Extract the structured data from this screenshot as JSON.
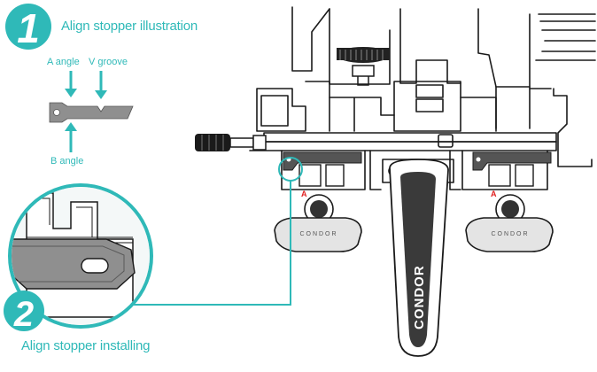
{
  "colors": {
    "accent": "#2fb9b8",
    "ink": "#1a1a1a",
    "part_gray": "#8f8f8f",
    "zoom_bg": "#e8f4f3",
    "red_mark": "#e02020"
  },
  "step1": {
    "number": "1",
    "title": "Align stopper illustration",
    "labels": {
      "a_angle": "A angle",
      "v_groove": "V groove",
      "b_angle": "B angle"
    }
  },
  "step2": {
    "number": "2",
    "title": "Align stopper installing"
  },
  "machine": {
    "brand": "CONDOR",
    "jaw_left_mark": "A",
    "jaw_right_mark": "A",
    "knob_text_left": "CONDOR",
    "knob_text_right": "CONDOR"
  },
  "icons": [
    "step-number-badge-icon",
    "arrow-down-icon",
    "arrow-up-icon",
    "magnifier-circle-icon"
  ]
}
